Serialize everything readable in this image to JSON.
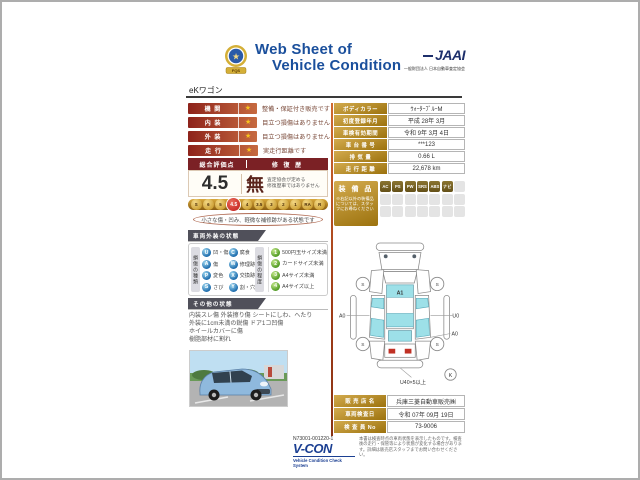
{
  "header": {
    "title_line1": "Web Sheet of",
    "title_line2": "Vehicle Condition",
    "jaai": "JAAI",
    "jaai_sub": "一般財団法人 日本自動車査定協会",
    "emblem_text": "FQS",
    "model": "eKワゴン"
  },
  "ratings": [
    {
      "label": "機 関",
      "star": "★",
      "desc": "整備・保証付き販売です"
    },
    {
      "label": "内 装",
      "star": "★",
      "desc": "目立つ損傷はありません"
    },
    {
      "label": "外 装",
      "star": "★",
      "desc": "目立つ損傷はありません"
    },
    {
      "label": "走 行",
      "star": "★",
      "desc": "実走行距離です"
    }
  ],
  "evaluation": {
    "header_left": "総合評価点",
    "header_right": "修 復 歴",
    "score": "4.5",
    "repair": "無",
    "repair_note1": "査定協会が定める",
    "repair_note2": "修復歴車ではありません",
    "scale": [
      "S",
      "6",
      "5",
      "4.5",
      "4",
      "3.5",
      "3",
      "2",
      "1",
      "RA",
      "R"
    ],
    "note": "小さな傷・凹み、軽微な補修跡がある状態です"
  },
  "exterior": {
    "title": "車両外装の状態",
    "type_header": "損傷の種類",
    "types": [
      {
        "code": "U",
        "label": "凹・傷"
      },
      {
        "code": "C",
        "label": "腐食"
      },
      {
        "code": "A",
        "label": "傷"
      },
      {
        "code": "W",
        "label": "修理跡"
      },
      {
        "code": "P",
        "label": "変色"
      },
      {
        "code": "X",
        "label": "交換跡"
      },
      {
        "code": "S",
        "label": "さび"
      },
      {
        "code": "Y",
        "label": "割・穴"
      }
    ],
    "degree_header": "損傷の程度",
    "degrees": [
      {
        "code": "1",
        "label": "500円玉サイズ未満"
      },
      {
        "code": "2",
        "label": "カードサイズ未満"
      },
      {
        "code": "3",
        "label": "A4サイズ未満"
      },
      {
        "code": "4",
        "label": "A4サイズ以上"
      }
    ]
  },
  "other": {
    "title": "その他の状態",
    "lines": [
      "内装スレ傷 外装擦り傷 シートにしわ、へたり",
      "外装に1cm未満の鋭傷 ドア1コ凹傷",
      "ホイールカバーに傷",
      "樹脂部材に割れ"
    ]
  },
  "vehicle_info": [
    {
      "label": "ボディカラー",
      "value": "ｳｫｰﾀｰﾌﾞﾙｰM"
    },
    {
      "label": "初度登録年月",
      "value": "平成 28年 3月"
    },
    {
      "label": "車検有効期間",
      "value": "令和 9年 3月 4日"
    },
    {
      "label": "車 台 番 号",
      "value": "***123"
    },
    {
      "label": "排 気 量",
      "value": "0.66 L"
    },
    {
      "label": "走 行 距 離",
      "value": "22,678 km"
    }
  ],
  "equipment": {
    "label": "装 備 品",
    "note": "※右記以外の装備品については、スタッフにお尋ねください",
    "badges": [
      "AC",
      "PS",
      "PW",
      "SRS",
      "ABS",
      "ナビ"
    ]
  },
  "diagram": {
    "roof": "A1",
    "left": "A0",
    "right": "U0",
    "right_lower": "A0",
    "wheel": "S",
    "note": "U40×5以上",
    "corner": "K"
  },
  "dealer": [
    {
      "label": "販 売 店 名",
      "value": "兵庫三菱自動車販売㈱"
    },
    {
      "label": "車両検査日",
      "value": "令和 07年 09月 19日"
    },
    {
      "label": "検 査 員 No",
      "value": "73-9006"
    }
  ],
  "footer": {
    "serial": "N73001-001220-1",
    "vcon": "V-CON",
    "vcon_sub": "Vehicle Condition Check System",
    "disclaimer": "本書は検査時点の車両状態を表示したものです。検査後の走行・保管等により状態が変化する場合があります。詳細は販売店スタッフまでお問い合わせください。"
  }
}
